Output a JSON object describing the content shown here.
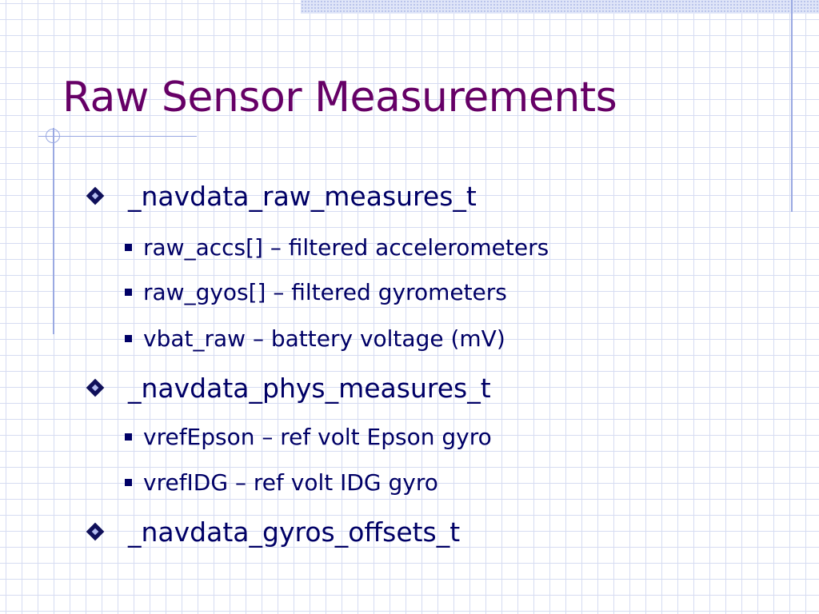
{
  "slide": {
    "title": "Raw Sensor Measurements",
    "items": [
      {
        "label": "_navdata_raw_measures_t",
        "children": [
          "raw_accs[] – filtered accelerometers",
          "raw_gyos[] – filtered gyrometers",
          "vbat_raw – battery voltage (mV)"
        ]
      },
      {
        "label": "_navdata_phys_measures_t",
        "children": [
          "vrefEpson – ref volt Epson gyro",
          "vrefIDG – ref volt IDG gyro"
        ]
      },
      {
        "label": "_navdata_gyros_offsets_t",
        "children": []
      }
    ]
  },
  "colors": {
    "title": "#660066",
    "body_text": "#000066",
    "grid": "#d6dcf2",
    "accent_line": "#9aa9e2"
  },
  "icons": {
    "level1_bullet": "diamond-bullet-icon",
    "level2_bullet": "square-bullet-icon"
  }
}
